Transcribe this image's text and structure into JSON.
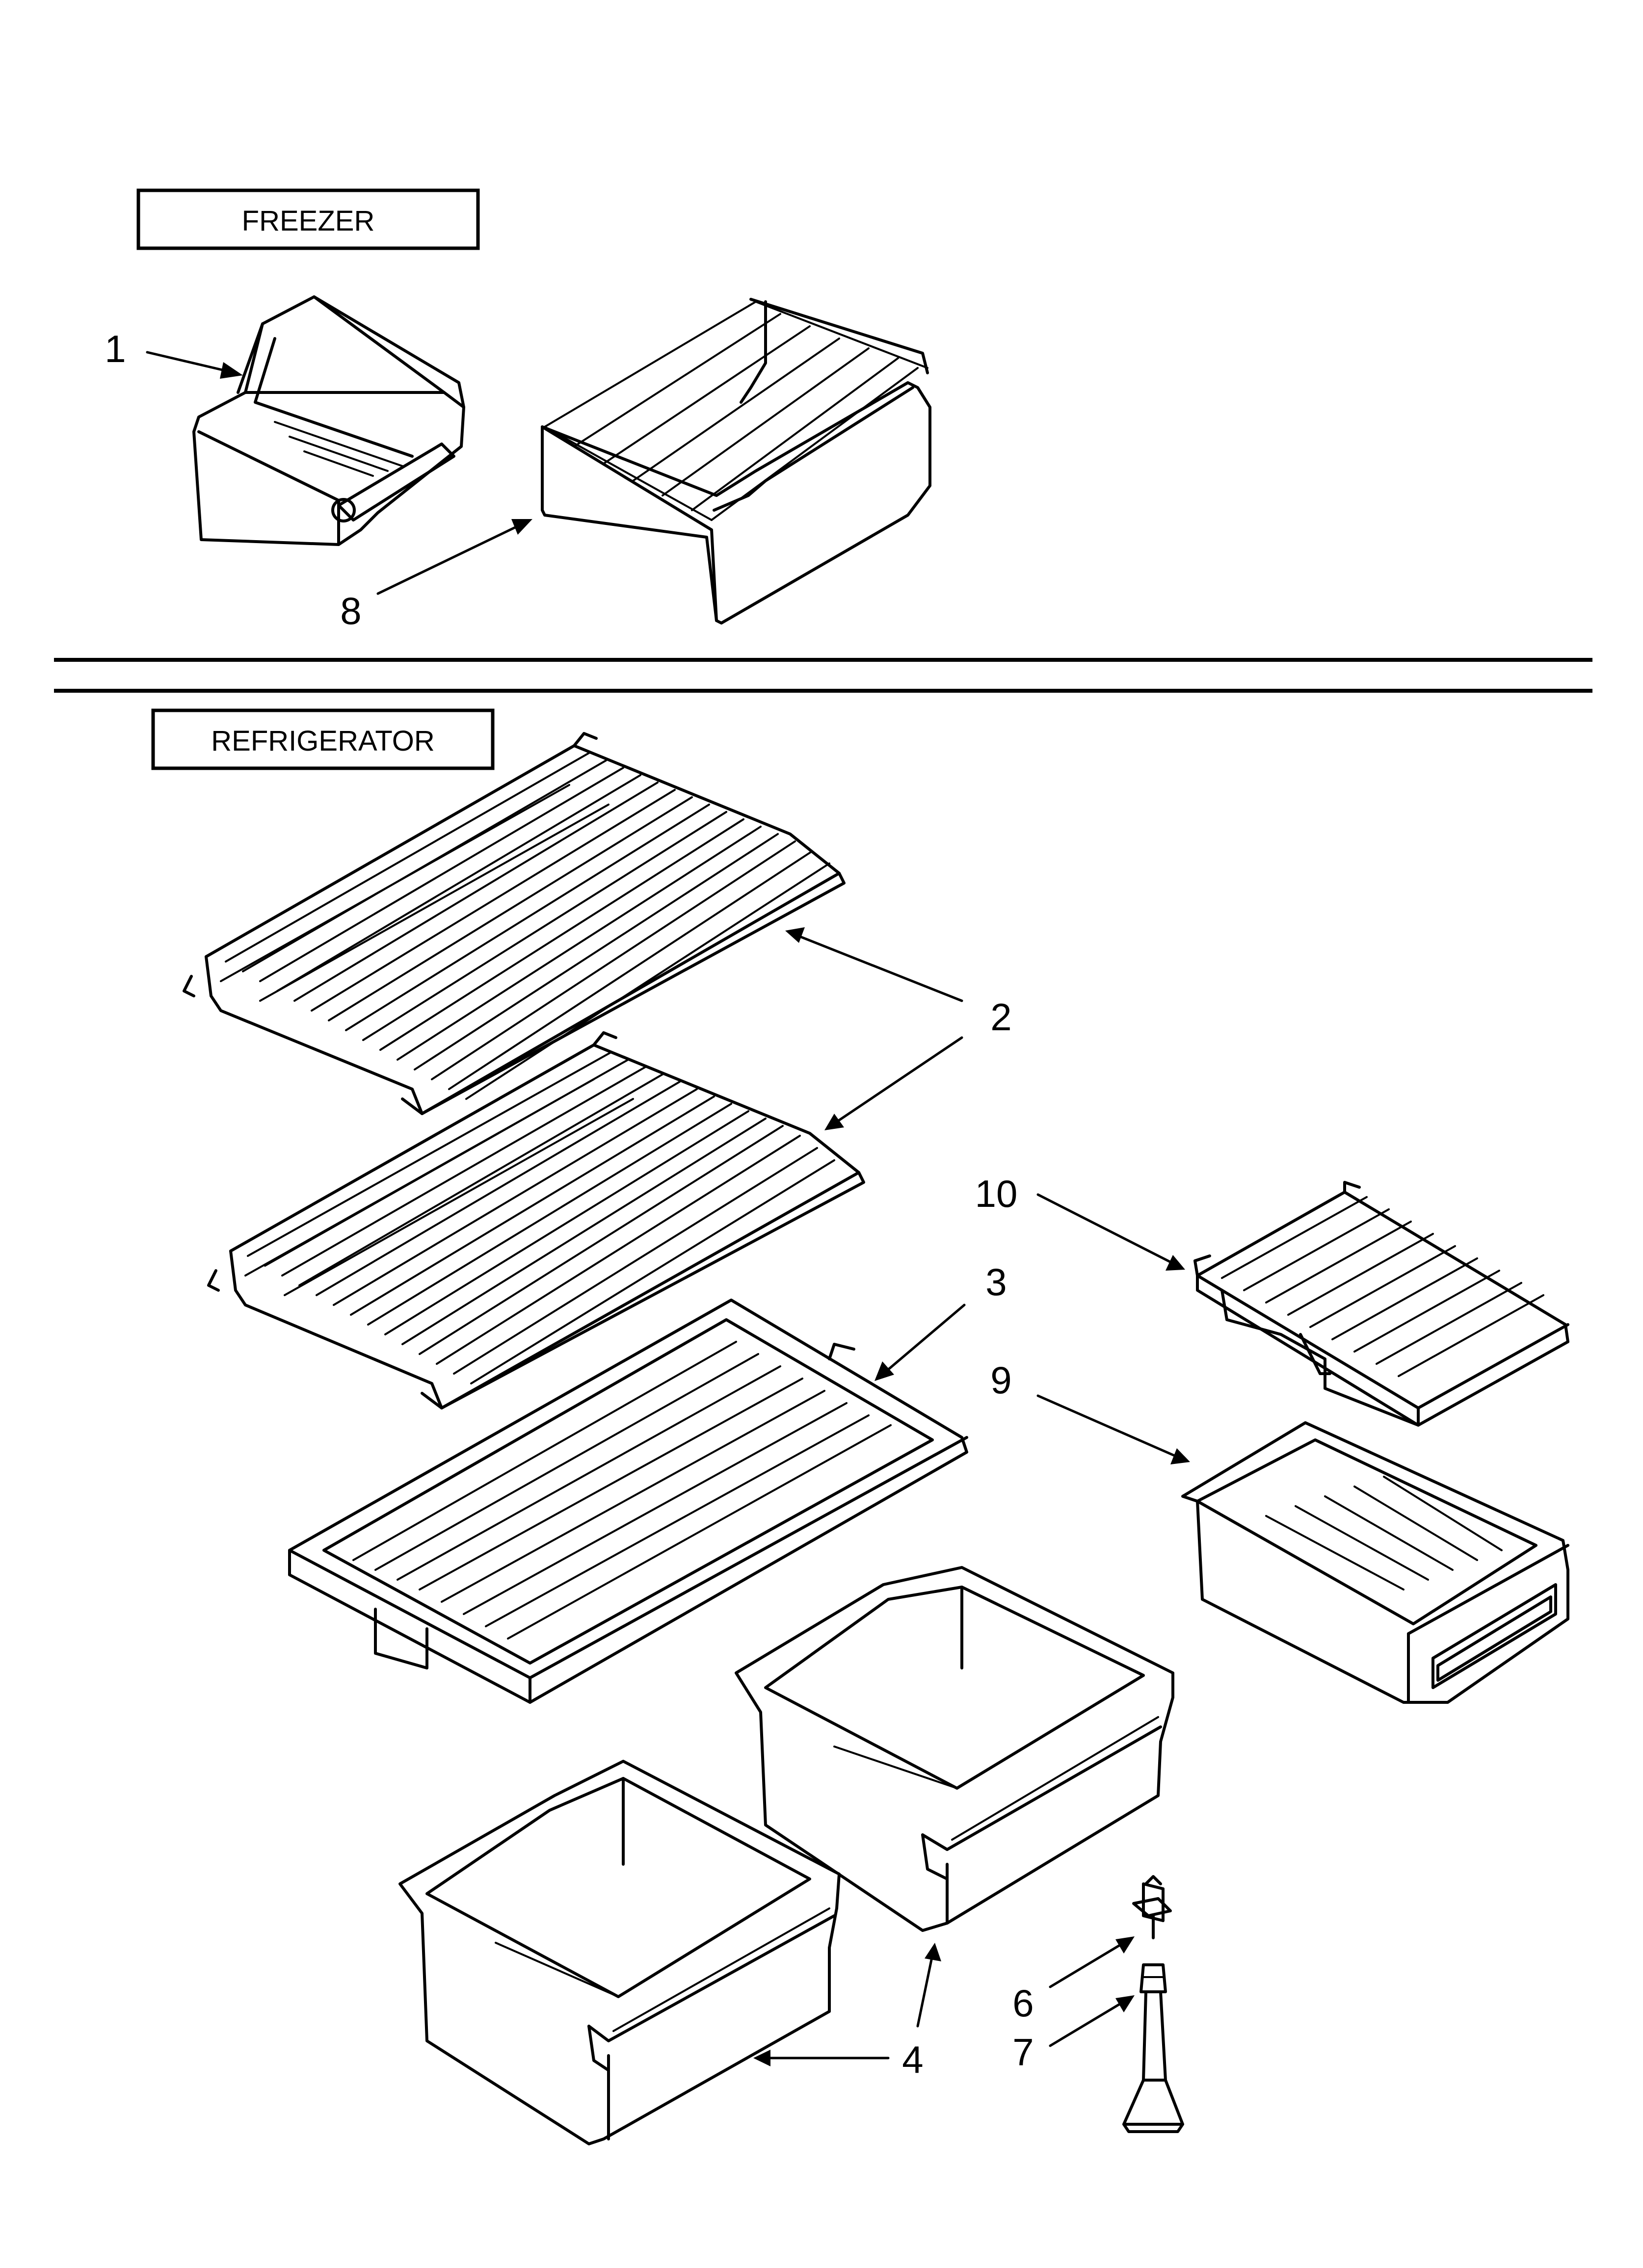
{
  "sections": {
    "freezer": {
      "label": "FREEZER"
    },
    "refrigerator": {
      "label": "REFRIGERATOR"
    }
  },
  "callouts": {
    "c1": "1",
    "c2": "2",
    "c3": "3",
    "c4": "4",
    "c6": "6",
    "c7": "7",
    "c8": "8",
    "c9": "9",
    "c10": "10"
  },
  "style": {
    "line_color": "#000000",
    "background": "#ffffff"
  }
}
